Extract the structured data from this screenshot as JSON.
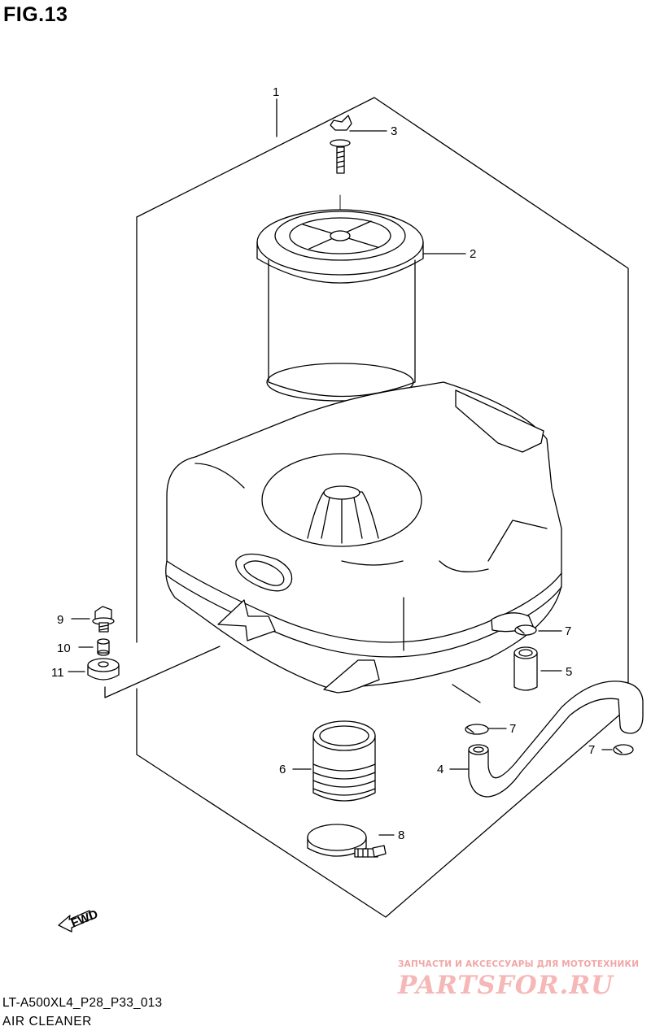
{
  "figure": {
    "title": "FIG.13",
    "model_code": "LT-A500XL4_P28_P33_013",
    "caption": "AIR CLEANER",
    "direction_label": "FWD"
  },
  "callouts": {
    "c1": "1",
    "c2": "2",
    "c3": "3",
    "c4": "4",
    "c5": "5",
    "c6": "6",
    "c7a": "7",
    "c7b": "7",
    "c7c": "7",
    "c8": "8",
    "c9": "9",
    "c10": "10",
    "c11": "11"
  },
  "watermark": {
    "tagline": "ЗАПЧАСТИ И АКСЕССУАРЫ ДЛЯ МОТОТЕХНИКИ",
    "logo": "PARTSFOR.RU"
  },
  "colors": {
    "line": "#000000",
    "background": "#ffffff",
    "watermark": "#f2a6a6"
  }
}
